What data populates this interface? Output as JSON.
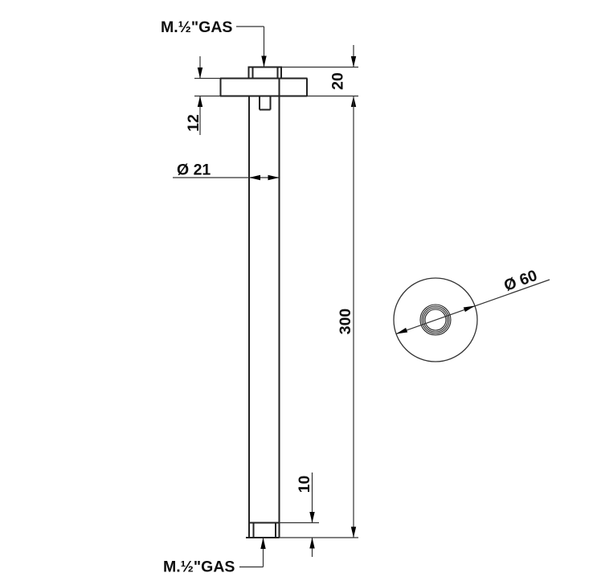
{
  "drawing": {
    "kind": "technical dimension drawing",
    "subject": "ceiling-mounted shower arm with round cover plate",
    "colors": {
      "background": "#ffffff",
      "line": "#222222",
      "text": "#0e0e0e"
    },
    "labels": {
      "gas_top": "M.½\"GAS",
      "gas_bottom": "M.½\"GAS",
      "dim_20": "20",
      "dim_12": "12",
      "dim_21": "Ø 21",
      "dim_300": "300",
      "dim_10": "10",
      "dim_60": "Ø 60"
    },
    "dimensions_mm": {
      "inlet_thread_to_plate_bottom": 20,
      "plate_thickness": 12,
      "tube_diameter": 21,
      "arm_length": 300,
      "outlet_thread_length": 10,
      "plate_diameter": 60
    },
    "thread_spec": "M.½\"GAS"
  }
}
